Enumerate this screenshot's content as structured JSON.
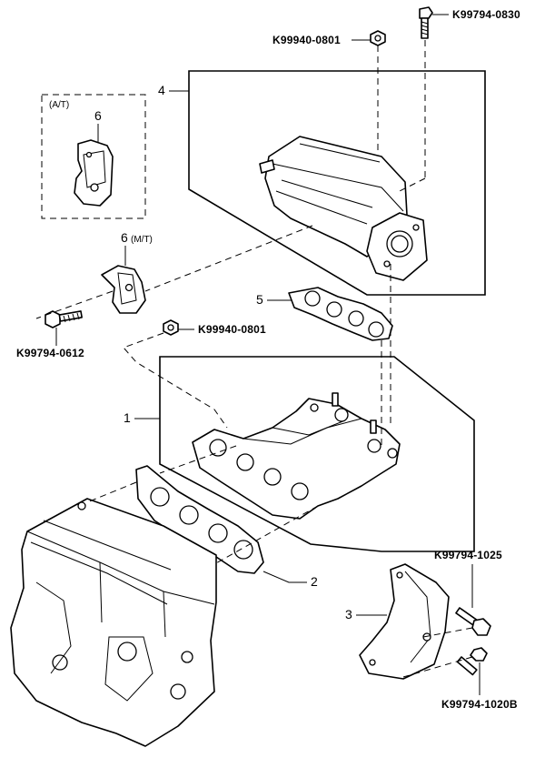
{
  "callouts": {
    "bolt_top": "K99794-0830",
    "nut_top": "K99940-0801",
    "nut_mid": "K99940-0801",
    "bolt_left": "K99794-0612",
    "bolt_bracket_upper": "K99794-1025",
    "bolt_bracket_lower": "K99794-1020B"
  },
  "item_numbers": {
    "intake_manifold": "1",
    "gasket_lower": "2",
    "bracket": "3",
    "surge_tank": "4",
    "gasket_upper": "5",
    "bracket_at": "6",
    "bracket_mt": "6"
  },
  "variants": {
    "automatic": "(A/T)",
    "manual": "(M/T)"
  }
}
